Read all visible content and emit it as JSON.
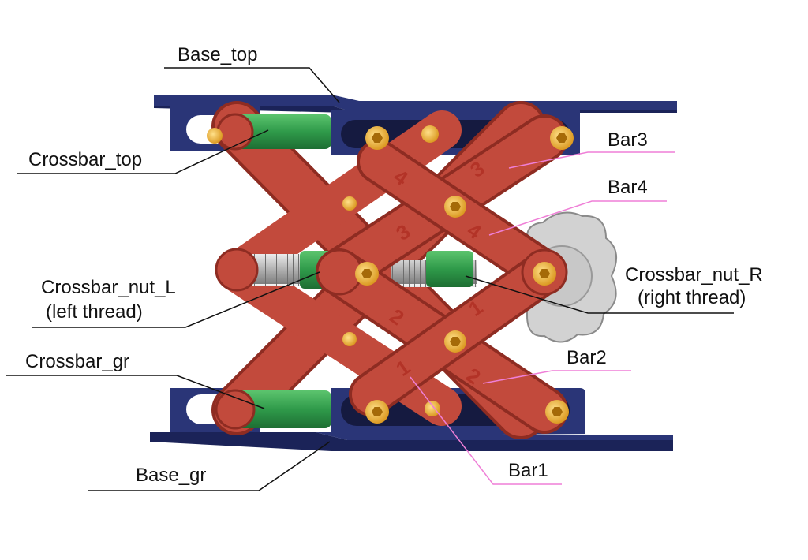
{
  "labels": {
    "base_top": "Base_top",
    "crossbar_top": "Crossbar_top",
    "bar3": "Bar3",
    "bar4": "Bar4",
    "crossbar_nut_l_line1": "Crossbar_nut_L",
    "crossbar_nut_l_line2": "(left thread)",
    "crossbar_nut_r_line1": "Crossbar_nut_R",
    "crossbar_nut_r_line2": "(right thread)",
    "crossbar_gr": "Crossbar_gr",
    "bar2": "Bar2",
    "bar1": "Bar1",
    "base_gr": "Base_gr"
  },
  "bar_numbers": [
    "4",
    "3",
    "3",
    "4",
    "2",
    "1",
    "1",
    "2"
  ],
  "colors": {
    "base": "#2a3577",
    "base_side": "#1b2358",
    "bar": "#c24a3c",
    "bar_edge": "#8e2c22",
    "crossbar": "#2f9a4a",
    "thread": "#b8b8b8",
    "bolt": "#e7a52a",
    "knob": "#d2d2d2",
    "leader_black": "#111111",
    "leader_pink": "#ef7fd7"
  }
}
